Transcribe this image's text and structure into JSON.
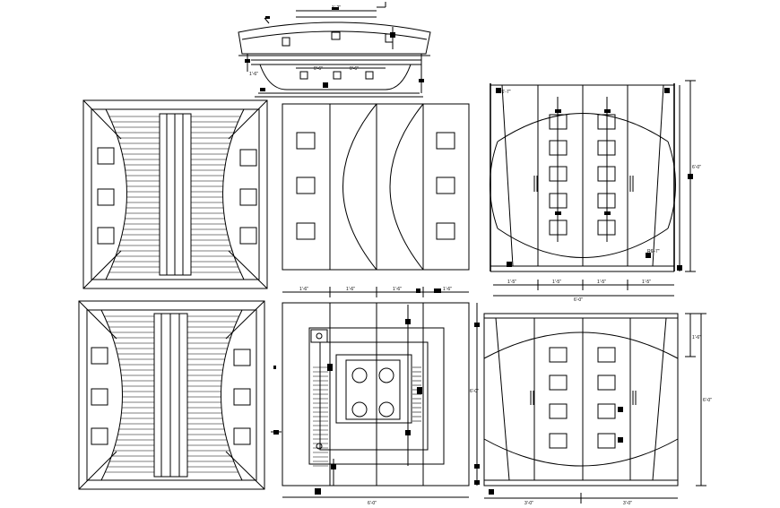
{
  "drawing": {
    "kind": "wardrobe furniture elevations",
    "dimension_labels": {
      "top_width": "1'-2\"",
      "top_left_side": "1'-6\"",
      "top_inner_a": "0'-6\"",
      "top_inner_b": "0'-6\"",
      "radius_left": "R6'-7\"",
      "radius_right": "R6'-7\"",
      "bay_1": "1'-5\"",
      "bay_2": "1'-5\"",
      "bay_3": "1'-5\"",
      "bay_4": "1'-5\"",
      "overall_width": "6'-0\"",
      "overall_height": "6'-0\"",
      "plan_1": "1'-6\"",
      "plan_2": "1'-6\"",
      "plan_3": "1'-6\"",
      "plan_4": "1'-6\"",
      "plan_width": "6'-0\"",
      "plan_height": "6'-0\"",
      "front_top": "1'-6\"",
      "front_height": "6'-0\"",
      "front_w1": "3'-0\"",
      "front_w2": "3'-0\""
    }
  }
}
